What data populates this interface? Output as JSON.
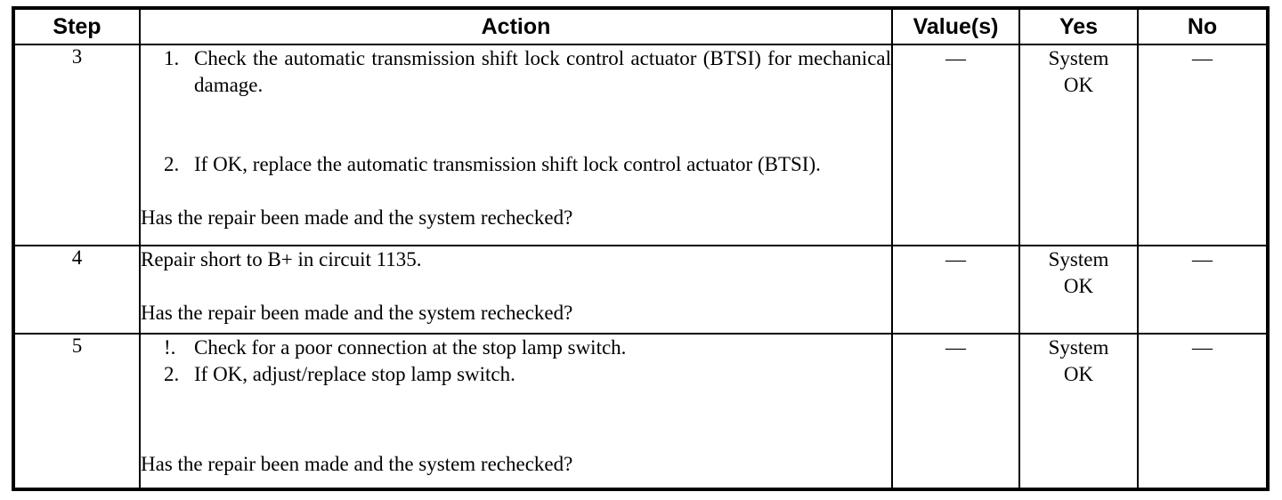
{
  "table": {
    "columns": [
      {
        "key": "step",
        "label": "Step"
      },
      {
        "key": "action",
        "label": "Action"
      },
      {
        "key": "value",
        "label": "Value(s)"
      },
      {
        "key": "yes",
        "label": "Yes"
      },
      {
        "key": "no",
        "label": "No"
      }
    ],
    "rows": [
      {
        "step": "3",
        "items": [
          {
            "num": "1.",
            "text": "Check the automatic transmission shift lock control actuator (BTSI) for mechanical damage."
          },
          {
            "num": "2.",
            "text": "If OK, replace the automatic transmission shift lock control actuator (BTSI)."
          }
        ],
        "question": "Has the repair been made and the system rechecked?",
        "value": "—",
        "yes_line1": "System",
        "yes_line2": "OK",
        "no": "—"
      },
      {
        "step": "4",
        "plain": "Repair short to B+ in circuit 1135.",
        "question": "Has the repair been made and the system rechecked?",
        "value": "—",
        "yes_line1": "System",
        "yes_line2": "OK",
        "no": "—"
      },
      {
        "step": "5",
        "items": [
          {
            "num": "!.",
            "text": "Check for a poor connection at the stop lamp switch."
          },
          {
            "num": "2.",
            "text": "If OK, adjust/replace stop lamp switch."
          }
        ],
        "question": "Has the repair been made and the system rechecked?",
        "value": "—",
        "yes_line1": "System",
        "yes_line2": "OK",
        "no": "—"
      }
    ]
  },
  "colors": {
    "border": "#000000",
    "text": "#000000",
    "background": "#ffffff"
  }
}
